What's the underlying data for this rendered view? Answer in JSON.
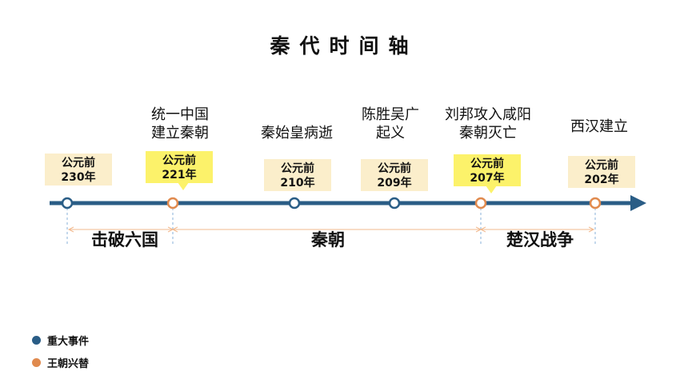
{
  "title": "秦代时间轴",
  "events": [
    {
      "date_line1": "公元前",
      "date_line2": "230年",
      "label_line1": "",
      "label_line2": "",
      "type": "major"
    },
    {
      "date_line1": "公元前",
      "date_line2": "221年",
      "label_line1": "统一中国",
      "label_line2": "建立秦朝",
      "type": "dynasty"
    },
    {
      "date_line1": "公元前",
      "date_line2": "210年",
      "label_line1": "秦始皇病逝",
      "label_line2": "",
      "type": "major"
    },
    {
      "date_line1": "公元前",
      "date_line2": "209年",
      "label_line1": "陈胜吴广",
      "label_line2": "起义",
      "type": "major"
    },
    {
      "date_line1": "公元前",
      "date_line2": "207年",
      "label_line1": "刘邦攻入咸阳",
      "label_line2": "秦朝灭亡",
      "type": "dynasty"
    },
    {
      "date_line1": "公元前",
      "date_line2": "202年",
      "label_line1": "西汉建立",
      "label_line2": "",
      "type": "dynasty"
    }
  ],
  "periods": [
    "击破六国",
    "秦朝",
    "楚汉战争"
  ],
  "legend": [
    {
      "label": "重大事件",
      "color": "#2a5d86"
    },
    {
      "label": "王朝兴替",
      "color": "#e08a4e"
    }
  ],
  "colors": {
    "axis": "#2a5d86",
    "major": "#2a5d86",
    "dynasty": "#e08a4e",
    "range": "#f2b98e"
  }
}
